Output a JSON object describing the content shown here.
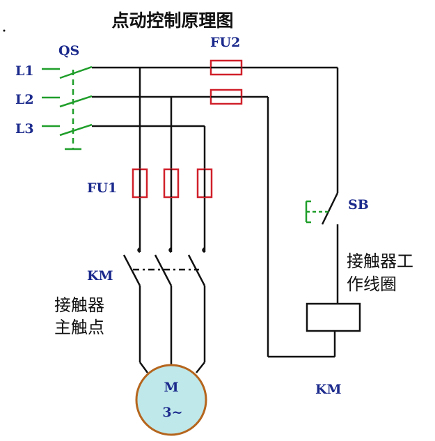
{
  "title": "点动控制原理图",
  "labels": {
    "qs": "QS",
    "l1": "L1",
    "l2": "L2",
    "l3": "L3",
    "fu1": "FU1",
    "fu2": "FU2",
    "sb": "SB",
    "km_main": "KM",
    "km_coil": "KM",
    "main_contacts_line1": "接触器",
    "main_contacts_line2": "主触点",
    "coil_line1": "接触器工",
    "coil_line2": "作线圈",
    "motor_name": "M",
    "motor_phase": "3~"
  },
  "colors": {
    "title": "#e0202a",
    "label_blue": "#1b2a8c",
    "switch_green": "#1f9e2a",
    "fuse_red": "#d0202a",
    "wire": "#111111",
    "motor_fill": "#bfe8ea",
    "motor_border": "#b5651d"
  }
}
